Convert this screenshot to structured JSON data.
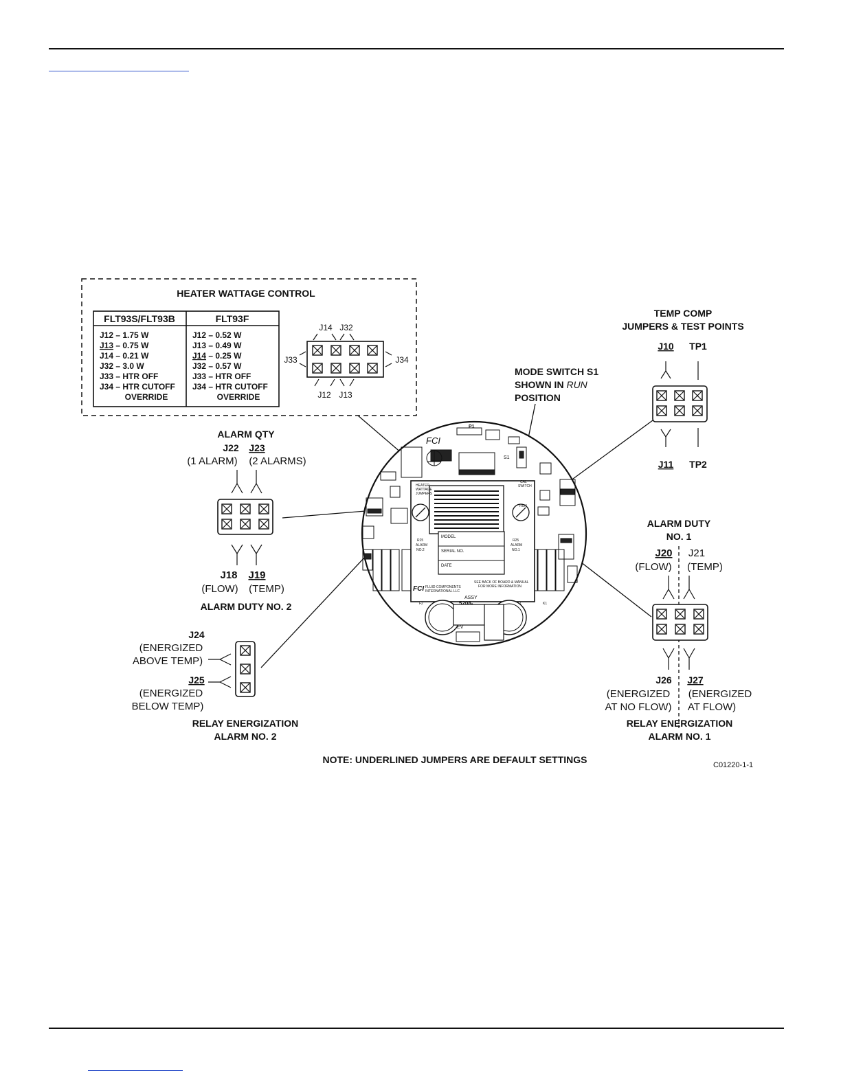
{
  "heater_wattage_control": {
    "title": "HEATER WATTAGE CONTROL",
    "col1_header": "FLT93S/FLT93B",
    "col2_header": "FLT93F",
    "col1_rows": [
      {
        "jumper": "J12",
        "value": " – 1.75 W"
      },
      {
        "jumper": "J13",
        "value": " – 0.75 W"
      },
      {
        "jumper": "J14",
        "value": " – 0.21 W"
      },
      {
        "jumper": "J32",
        "value": " – 3.0 W"
      },
      {
        "jumper": "J33",
        "value": " – HTR OFF"
      },
      {
        "jumper": "J34",
        "value": " – HTR CUTOFF"
      }
    ],
    "col1_override": "OVERRIDE",
    "col2_rows": [
      {
        "jumper": "J12",
        "value": " – 0.52 W"
      },
      {
        "jumper": "J13",
        "value": " – 0.49 W"
      },
      {
        "jumper": "J14",
        "value": " – 0.25 W"
      },
      {
        "jumper": "J32",
        "value": " – 0.57 W"
      },
      {
        "jumper": "J33",
        "value": " – HTR OFF"
      },
      {
        "jumper": "J34",
        "value": " – HTR CUTOFF"
      }
    ],
    "col2_override": "OVERRIDE",
    "block_labels": {
      "j14": "J14",
      "j32": "J32",
      "j33": "J33",
      "j34": "J34",
      "j12": "J12",
      "j13": "J13"
    }
  },
  "temp_comp": {
    "title1": "TEMP COMP",
    "title2": "JUMPERS & TEST POINTS",
    "j10": "J10",
    "tp1": "TP1",
    "j11": "J11",
    "tp2": "TP2"
  },
  "mode_switch": {
    "line1": "MODE SWITCH S1",
    "line2_a": "SHOWN IN ",
    "line2_b": "RUN",
    "line3": "POSITION"
  },
  "alarm_qty": {
    "title": "ALARM QTY",
    "j22": "J22",
    "j23": "J23",
    "opt1": "(1 ALARM)",
    "opt2": "(2 ALARMS)",
    "j18": "J18",
    "j19": "J19",
    "flow": "(FLOW)",
    "temp": "(TEMP)",
    "duty2": "ALARM DUTY NO. 2"
  },
  "alarm_duty_1": {
    "title1": "ALARM DUTY",
    "title2": "NO. 1",
    "j20": "J20",
    "j21": "J21",
    "flow": "(FLOW)",
    "temp": "(TEMP)",
    "j26": "J26",
    "j27": "J27",
    "j26_l1": "(ENERGIZED",
    "j26_l2": "AT NO FLOW)",
    "j27_l1": "(ENERGIZED",
    "j27_l2": "AT FLOW)",
    "relay1": "RELAY ENERGIZATION",
    "relay2": "ALARM NO. 1"
  },
  "relay_2": {
    "j24": "J24",
    "j24_l1": "(ENERGIZED",
    "j24_l2": "ABOVE TEMP)",
    "j25": "J25",
    "j25_l1": "(ENERGIZED",
    "j25_l2": "BELOW TEMP)",
    "relay1": "RELAY ENERGIZATION",
    "relay2": "ALARM NO. 2"
  },
  "board": {
    "p1": "P1",
    "s1": "S1",
    "heater_l1": "HEATER",
    "heater_l2": "WATTAGE",
    "heater_l3": "JUMPERS",
    "cal_switch_l1": "CAL",
    "cal_switch_l2": "SWITCH",
    "run": "RUN",
    "r25_left_l1": "R25",
    "r25_left_l2": "ALARM",
    "r25_left_l3": "NO.2",
    "r25_right_l1": "R25",
    "r25_right_l2": "ALARM",
    "r25_right_l3": "NO.1",
    "model": "MODEL",
    "serial": "SERIAL NO.",
    "date": "DATE",
    "fci": "FCI",
    "fci_name1": "FLUID COMPONENTS",
    "fci_name2": "INTERNATIONAL LLC",
    "see_back1": "SEE BACK OF BOARD & MANUAL",
    "see_back2": "FOR MORE INFORMATION",
    "assy": "ASSY",
    "assy_no": "5208-",
    "rev": "REV",
    "f1": "F1",
    "f2": "F2",
    "k1": "K1"
  },
  "note": "NOTE: UNDERLINED JUMPERS ARE DEFAULT SETTINGS",
  "figure_id": "C01220-1-1"
}
